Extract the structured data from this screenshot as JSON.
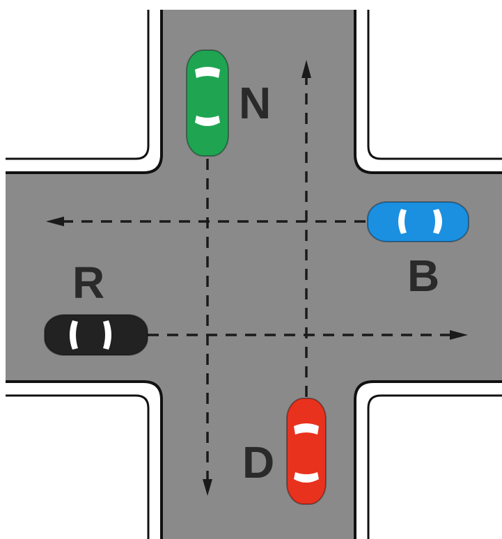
{
  "labels": {
    "north": "N",
    "east": "B",
    "west": "R",
    "south": "D"
  },
  "colors": {
    "road": "#8a8a8a",
    "grass": "#ffffff",
    "edge_line": "#111111",
    "dash": "#1a1a1a",
    "car_north": "#1fa552",
    "car_east": "#1b8fe0",
    "car_west": "#222222",
    "car_south": "#e8321e",
    "windows": "#ffffff",
    "label": "#2a2a2a"
  }
}
